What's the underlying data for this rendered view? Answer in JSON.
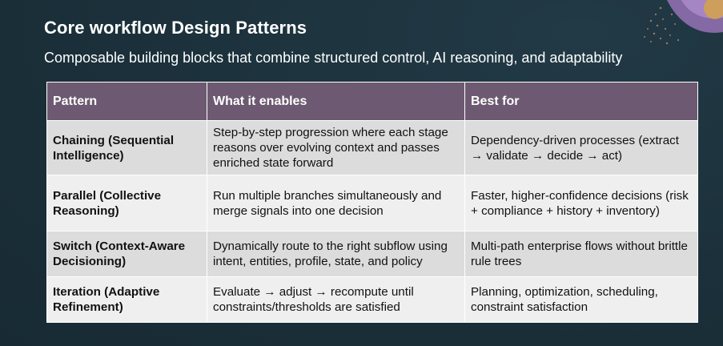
{
  "slide": {
    "title": "Core workflow Design Patterns",
    "subtitle": "Composable building blocks that combine structured control, AI reasoning, and adaptability"
  },
  "table": {
    "headers": [
      "Pattern",
      "What it enables",
      "Best for"
    ],
    "rows": [
      {
        "pattern": "Chaining (Sequential Intelligence)",
        "enables": "Step-by-step progression where each stage reasons over evolving context and passes enriched state forward",
        "best_for": "Dependency-driven processes (extract → validate → decide → act)"
      },
      {
        "pattern": "Parallel (Collective Reasoning)",
        "enables": "Run multiple branches simultaneously and merge signals into one decision",
        "best_for": "Faster, higher-confidence decisions (risk + compliance + history + inventory)"
      },
      {
        "pattern": "Switch (Context-Aware Decisioning)",
        "enables": "Dynamically route to the right subflow using intent, entities, profile, state, and policy",
        "best_for": "Multi-path enterprise flows without brittle rule trees"
      },
      {
        "pattern": "Iteration (Adaptive Refinement)",
        "enables": "Evaluate → adjust → recompute until constraints/thresholds are satisfied",
        "best_for": "Planning, optimization, scheduling, constraint satisfaction"
      }
    ]
  },
  "colors": {
    "background": "#1c323d",
    "header": "#6d5a72",
    "row_dark": "#dcdcdd",
    "row_light": "#efeff0",
    "accent_decor": "#8f6fb0"
  },
  "decor": {
    "icon": "abstract-swirl-decoration-icon"
  }
}
